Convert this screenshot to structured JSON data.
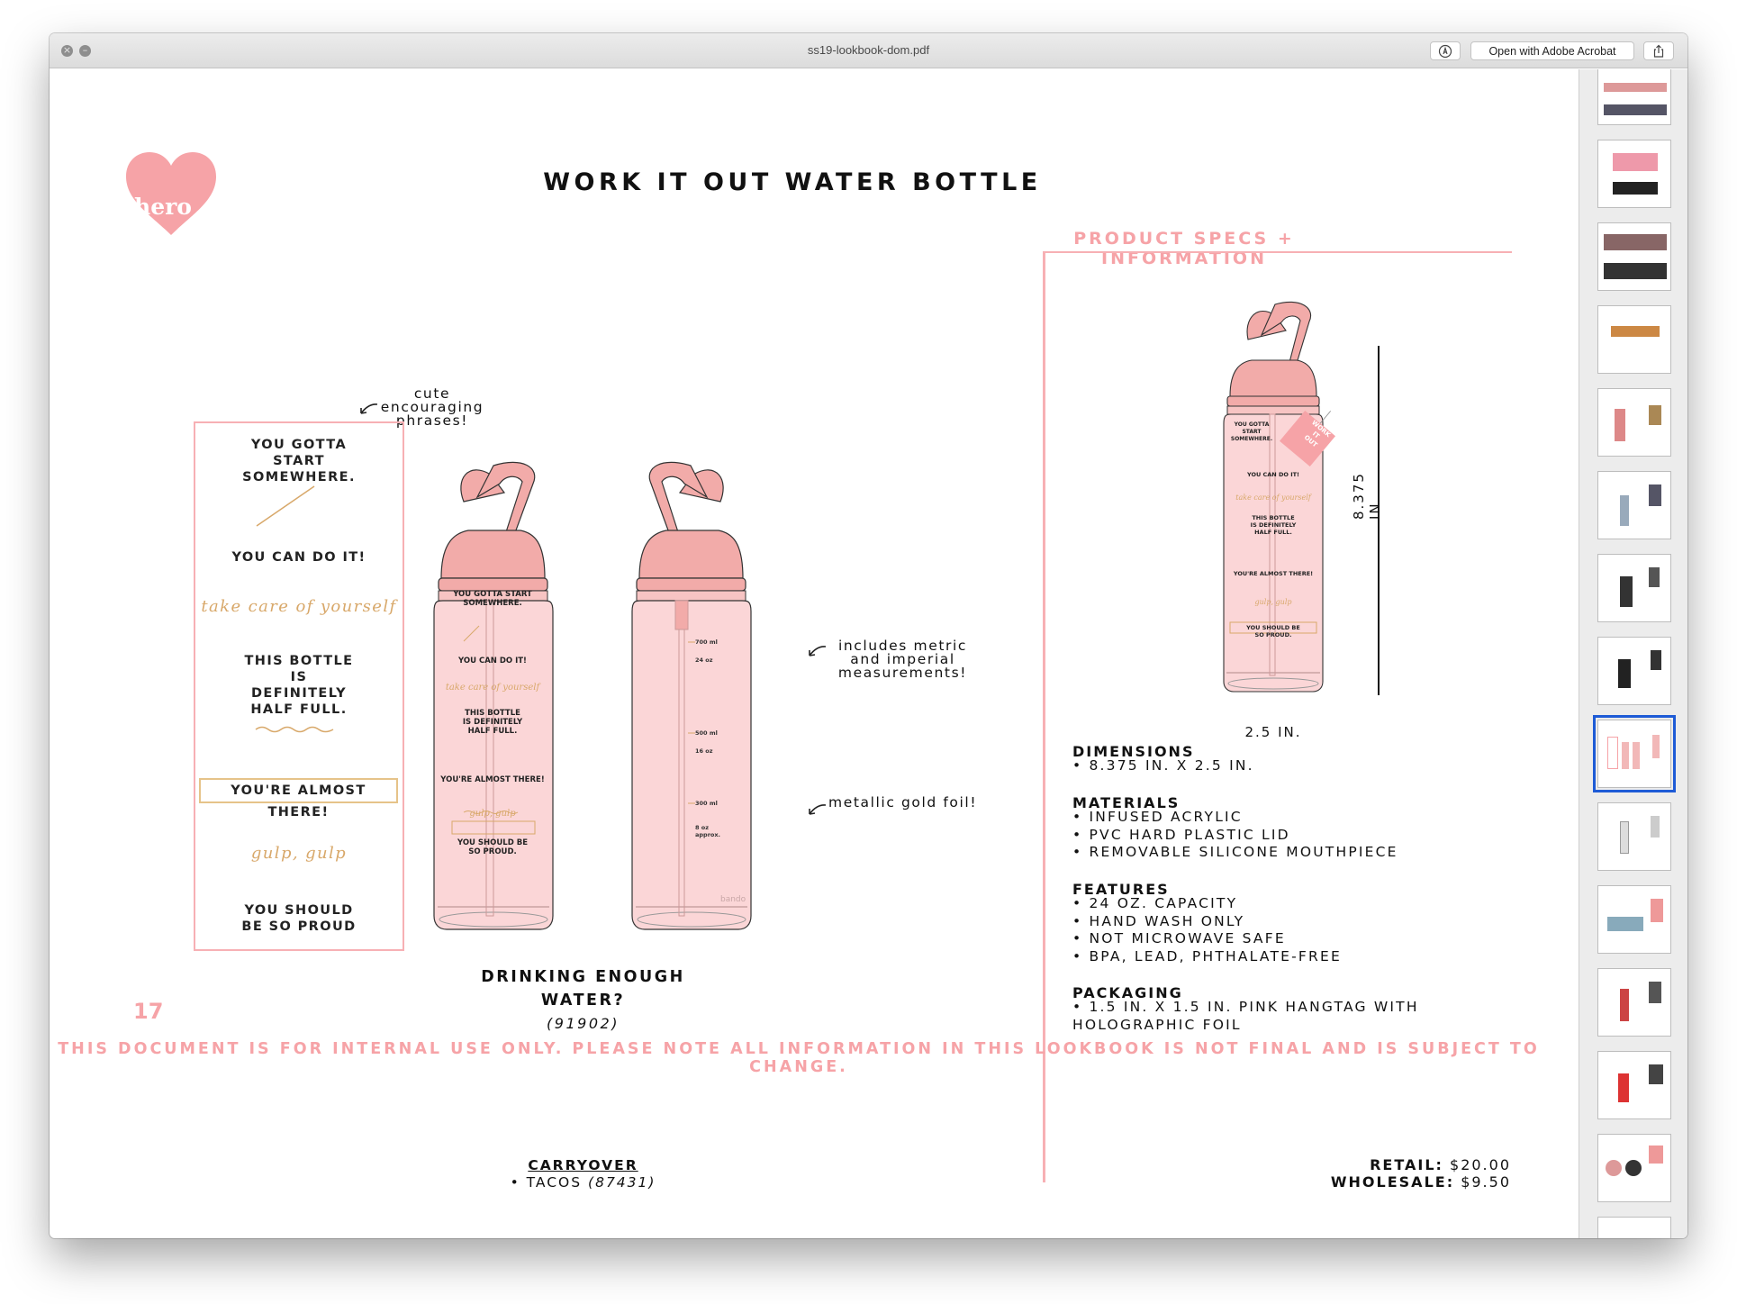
{
  "window": {
    "title": "ss19-lookbook-dom.pdf",
    "open_with_label": "Open with Adobe Acrobat",
    "markup_icon": "markup-pen-icon",
    "share_icon": "share-icon"
  },
  "page": {
    "title": "WORK IT OUT WATER BOTTLE",
    "badge": "hero",
    "specs_heading": "PRODUCT SPECS + INFORMATION",
    "page_number": "17",
    "footer": "THIS DOCUMENT IS FOR INTERNAL USE ONLY. PLEASE NOTE ALL INFORMATION IN THIS LOOKBOOK IS NOT FINAL AND IS SUBJECT TO CHANGE."
  },
  "phrases": {
    "annotation": [
      "cute",
      "encouraging",
      "phrases!"
    ],
    "items": [
      "YOU GOTTA START SOMEWHERE.",
      "YOU CAN DO IT!",
      "take care of yourself",
      "THIS BOTTLE IS DEFINITELY HALF FULL.",
      "YOU'RE ALMOST THERE!",
      "gulp, gulp",
      "YOU SHOULD BE SO PROUD"
    ]
  },
  "bottle_front_print": {
    "lines": [
      "YOU GOTTA START",
      "SOMEWHERE.",
      "YOU CAN DO IT!",
      "take care of yourself",
      "THIS BOTTLE",
      "IS DEFINITELY",
      "HALF FULL.",
      "YOU'RE ALMOST THERE!",
      "gulp, gulp",
      "YOU SHOULD BE",
      "SO PROUD."
    ]
  },
  "bottle_back_print": {
    "marks": [
      "700 ml",
      "24 oz",
      "500 ml",
      "16 oz",
      "300 ml",
      "8 oz",
      "approx.",
      "bando"
    ]
  },
  "annotations": {
    "metric": [
      "includes metric",
      "and imperial",
      "measurements!"
    ],
    "gold": "metallic gold foil!"
  },
  "product": {
    "name_line1": "DRINKING ENOUGH",
    "name_line2": "WATER?",
    "sku": "(91902)"
  },
  "carryover": {
    "heading": "CARRYOVER",
    "item": "• TACOS ",
    "item_sku": "(87431)"
  },
  "dimensions_drawing": {
    "height": "8.375 IN.",
    "width": "2.5 IN.",
    "hangtag": [
      "WORK",
      "IT",
      "OUT"
    ]
  },
  "specs": {
    "dimensions_heading": "DIMENSIONS",
    "dimensions": [
      "• 8.375 IN. X 2.5 IN."
    ],
    "materials_heading": "MATERIALS",
    "materials": [
      "• INFUSED ACRYLIC",
      "• PVC HARD PLASTIC LID",
      "• REMOVABLE SILICONE MOUTHPIECE"
    ],
    "features_heading": "FEATURES",
    "features": [
      "• 24 OZ. CAPACITY",
      "• HAND WASH ONLY",
      "• NOT MICROWAVE SAFE",
      "• BPA, LEAD, PHTHALATE-FREE"
    ],
    "packaging_heading": "PACKAGING",
    "packaging": [
      "• 1.5 IN. X 1.5 IN. PINK HANGTAG WITH",
      "HOLOGRAPHIC FOIL"
    ]
  },
  "pricing": {
    "retail_label": "RETAIL:",
    "retail_value": "$20.00",
    "wholesale_label": "WHOLESALE:",
    "wholesale_value": "$9.50"
  },
  "colors": {
    "accent_pink": "#f6a3a7",
    "bottle_body": "#fbd6d7",
    "bottle_lid": "#f2aba9",
    "gold_foil": "#d8a86a",
    "selection_blue": "#1e5bd6"
  },
  "sidebar": {
    "selected_index": 8,
    "thumbnail_count": 15
  }
}
